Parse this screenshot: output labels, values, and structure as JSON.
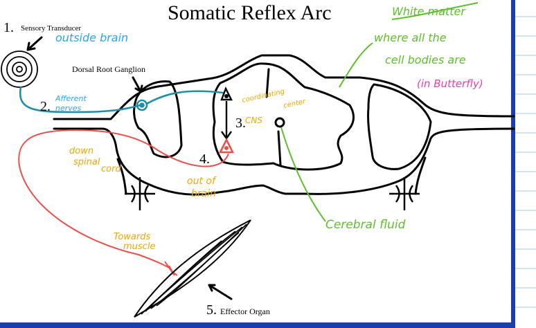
{
  "title": "Somatic Reflex Arc",
  "labels": {
    "sensory_num": "1.",
    "sensory": "Sensory Transducer",
    "dorsal": "Dorsal Root Ganglion",
    "afferent_num": "2.",
    "integration_num": "3.",
    "efferent_num": "4.",
    "effector_num": "5.",
    "effector": "Effector Organ"
  },
  "annotations": {
    "outside_brain": "outside brain",
    "afferent_1": "Afferent",
    "afferent_2": "nerves",
    "white_matter": "White matter",
    "cell_1": "where all the",
    "cell_2": "cell bodies are",
    "cell_3": "(in Butterfly)",
    "coord_1": "coordinating",
    "coord_2": "center",
    "cns": "CNS",
    "down_1": "down",
    "down_2": "spinal",
    "down_3": "cord",
    "out_1": "out of",
    "out_2": "brain",
    "csf": "Cerebral fluid",
    "tm_1": "Towards",
    "tm_2": "muscle"
  },
  "colors": {
    "afferent": "#1f8fa8",
    "efferent": "#e8504a",
    "green_note": "#5cbf2a",
    "blue_note": "#2aa6e8",
    "orange_note": "#f0a800",
    "pink_note": "#e63fb0",
    "frame": "#1b3fa8",
    "ruled": "#a6cbe8"
  }
}
